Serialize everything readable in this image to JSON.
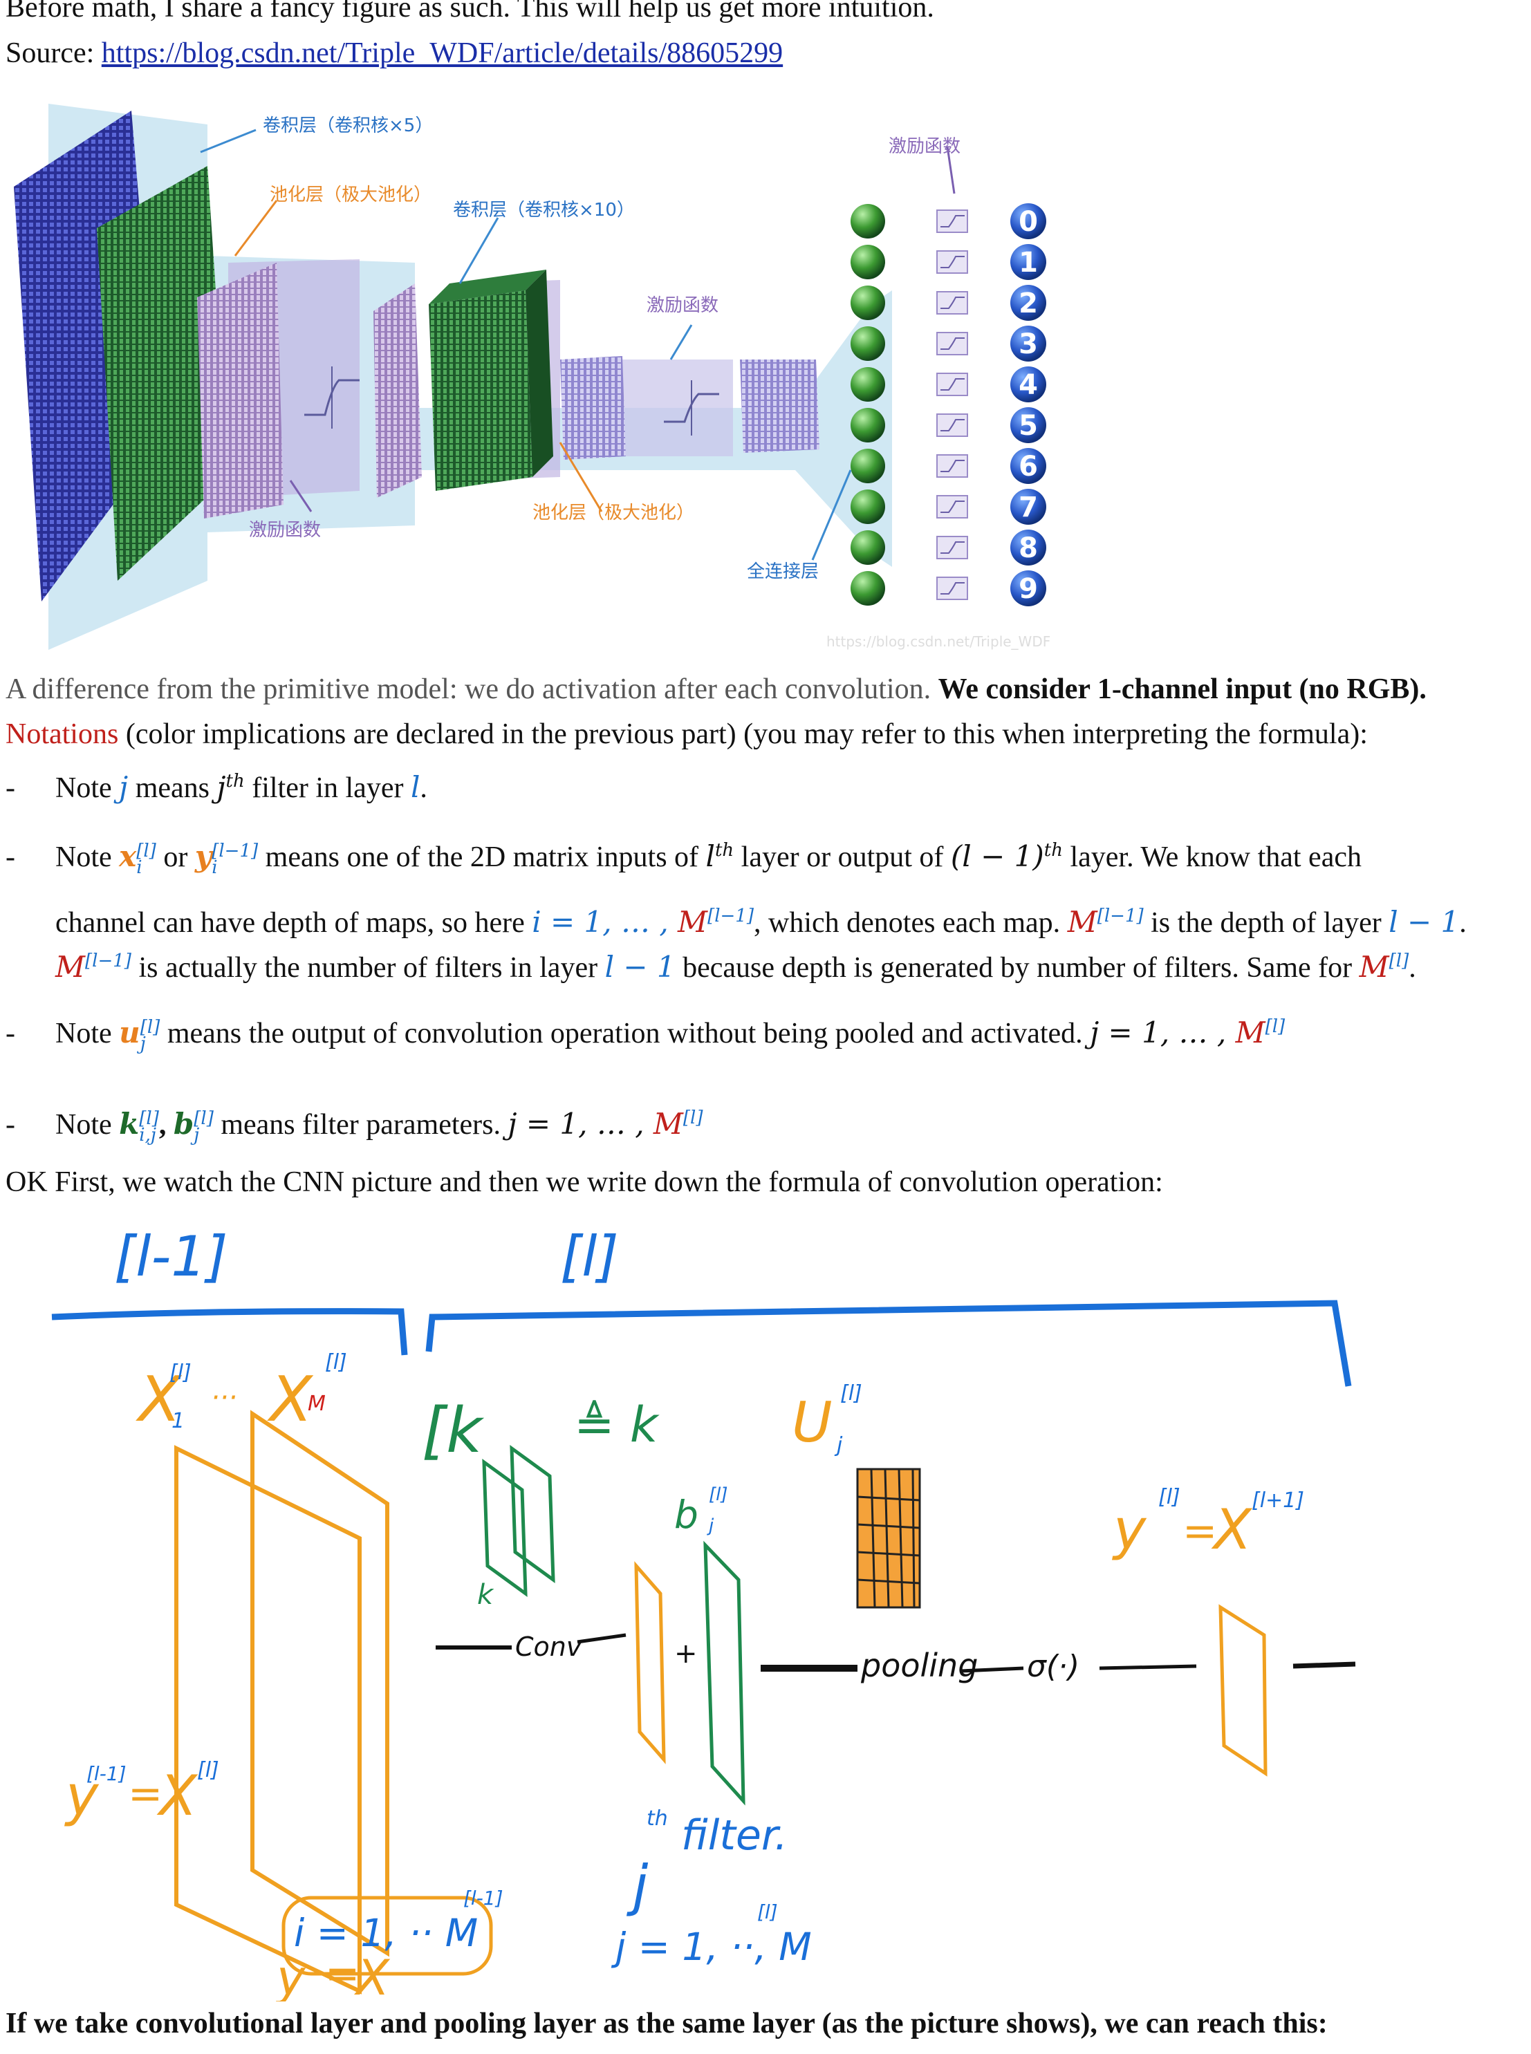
{
  "intro": {
    "line1": "Before math, I share a fancy figure as such. This will help us get more intuition.",
    "source_label": "Source: ",
    "source_link": "https://blog.csdn.net/Triple_WDF/article/details/88605299"
  },
  "figure1": {
    "labels": {
      "conv1": "卷积层（卷积核×5）",
      "pool1": "池化层（极大池化）",
      "conv2": "卷积层（卷积核×10）",
      "act_top_right": "激励函数",
      "act_mid": "激励函数",
      "act_left": "激励函数",
      "pool2": "池化层（极大池化）",
      "fc": "全连接层",
      "watermark": "https://blog.csdn.net/Triple_WDF"
    },
    "outputs": [
      "0",
      "1",
      "2",
      "3",
      "4",
      "5",
      "6",
      "7",
      "8",
      "9"
    ]
  },
  "para": {
    "diff": "A difference from the primitive model: we do activation after each convolution.",
    "diff_bold": "We consider 1-channel input (no RGB).",
    "notations_word": "Notations",
    "notations_rest": " (color implications are declared in the previous part) (you may refer to this when interpreting the formula):",
    "dash": "-",
    "n1": {
      "a": "Note ",
      "j": "j",
      "b": " means ",
      "jth": "j",
      "th": "th",
      "c": " filter in layer ",
      "l": "l",
      "d": "."
    },
    "n2": {
      "a": "Note ",
      "x": "x",
      "x_sup": "[l]",
      "x_sub": "i",
      "or": " or ",
      "y": "y",
      "y_sup": "[l−1]",
      "y_sub": "i",
      "b": " means one of the 2D matrix inputs of ",
      "lth": "l",
      "th": "th",
      "c": " layer or output of ",
      "lm1": "(l − 1)",
      "th2": "th",
      "d": " layer. We know that each",
      "line2a": "channel can have depth of maps, so here ",
      "i_eq": "i = 1, … , ",
      "M": "M",
      "M_sup": "[l−1]",
      "line2b": ", which denotes each map. ",
      "line2c": " is the depth of layer ",
      "l_1": "l − 1",
      "dot": ".",
      "line3a": " is actually the number of filters in layer ",
      "line3b": " because depth is generated by number of filters. Same for ",
      "M_sup2": "[l]"
    },
    "n3": {
      "a": "Note ",
      "u": "u",
      "u_sup": "[l]",
      "u_sub": "j",
      "b": " means the output of convolution operation without being pooled and activated.  ",
      "j_eq": "j = 1, … , ",
      "M": "M",
      "M_sup": "[l]"
    },
    "n4": {
      "a": "Note ",
      "k": "k",
      "k_sup": "[l]",
      "k_sub": "i,j",
      "comma": ", ",
      "b": "b",
      "b_sup": "[l]",
      "b_sub": "j",
      "c": " means filter parameters.  ",
      "j_eq": "j = 1, … , ",
      "M": "M",
      "M_sup": "[l]"
    },
    "ok": "OK First, we watch the CNN picture and then we write down the formula of convolution operation:"
  },
  "figure2": {
    "layer_prev": "[l-1]",
    "layer_cur": "[l]",
    "x_input": "X",
    "x_sup": "[l]",
    "x_sub": "1",
    "x_dots": "···",
    "xm_sup": "[l]",
    "xm_sub": "M",
    "kernel_bracket": "[k",
    "kernel_eq": "≜ k",
    "u_label": "U",
    "u_sup": "[l]",
    "u_sub": "j",
    "b_label": "b",
    "b_sup": "[l]",
    "b_sub": "j",
    "k_small": "k",
    "conv": "Conv",
    "plus": "+",
    "pooling": "pooling",
    "sigma": "σ(·)",
    "y_out": "y",
    "y_out_sup": "[l]",
    "eq": "=",
    "x_out": "X",
    "x_out_sup": "[l+1]",
    "y_left": "y",
    "y_left_sup": "[l-1]",
    "x_left": "X",
    "x_left_sup": "[l]",
    "i_range": "i = 1, ·· M",
    "i_range_sup": "[l-1]",
    "y_bottom": "y",
    "x_bottom": "X",
    "jth": "j",
    "jth_sup": "th",
    "filter": "filter.",
    "j_range": "j = 1, ··, M",
    "j_range_sup": "[l]"
  },
  "closing": "If we take convolutional layer and pooling layer as the same layer (as the picture shows), we can reach this:"
}
